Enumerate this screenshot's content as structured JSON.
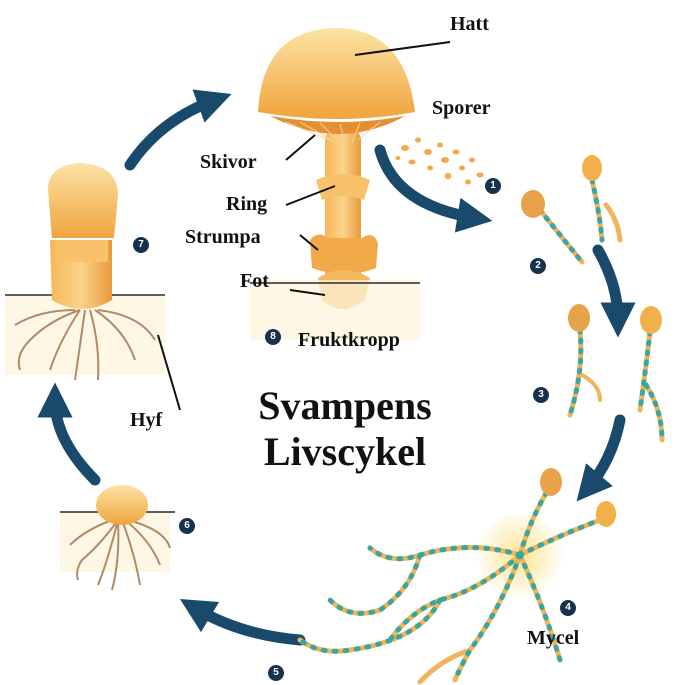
{
  "labels": {
    "hatt": "Hatt",
    "sporer": "Sporer",
    "skivor": "Skivor",
    "ring": "Ring",
    "strumpa": "Strumpa",
    "fot": "Fot",
    "fruktkropp": "Fruktkropp",
    "hyf": "Hyf",
    "mycel": "Mycel"
  },
  "title": {
    "line1": "Svampens",
    "line2": "Livscykel"
  },
  "steps": [
    "1",
    "2",
    "3",
    "4",
    "5",
    "6",
    "7",
    "8"
  ],
  "colors": {
    "arrow": "#1a4a6b",
    "mushroom": "#f2b04a",
    "mushroom_light": "#fbd88a",
    "root": "#b08a6a",
    "hypha": "#f0b55a",
    "hypha_dot": "#3aa6a0",
    "badge": "#17324d"
  }
}
